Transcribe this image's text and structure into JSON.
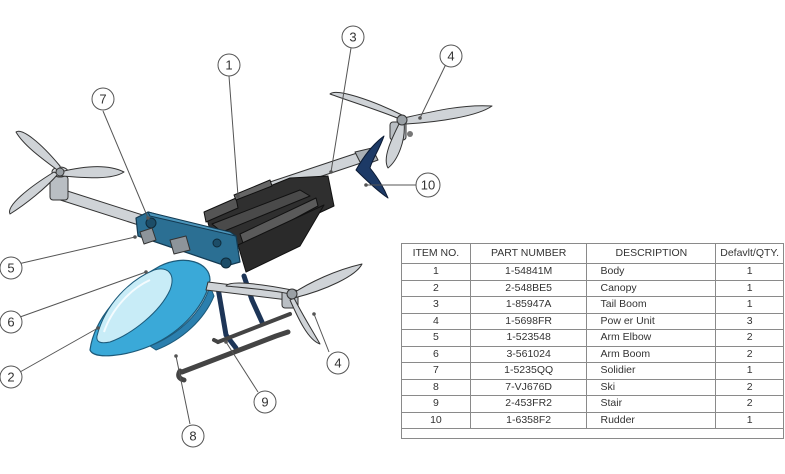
{
  "callouts": [
    "1",
    "2",
    "3",
    "4",
    "4",
    "5",
    "6",
    "7",
    "8",
    "9",
    "10"
  ],
  "table": {
    "headers": [
      "ITEM NO.",
      "PART NUMBER",
      "DESCRIPTION",
      "Defavlt/QTY."
    ],
    "rows": [
      [
        "1",
        "1-54841M",
        "Body",
        "1"
      ],
      [
        "2",
        "2-548BE5",
        "Canopy",
        "1"
      ],
      [
        "3",
        "1-85947A",
        "Tail Boom",
        "1"
      ],
      [
        "4",
        "1-5698FR",
        "Pow er Unit",
        "3"
      ],
      [
        "5",
        "1-523548",
        "Arm Elbow",
        "2"
      ],
      [
        "6",
        "3-561024",
        "Arm Boom",
        "2"
      ],
      [
        "7",
        "1-5235QQ",
        "Solidier",
        "1"
      ],
      [
        "8",
        "7-VJ676D",
        "Ski",
        "2"
      ],
      [
        "9",
        "2-453FR2",
        "Stair",
        "2"
      ],
      [
        "10",
        "1-6358F2",
        "Rudder",
        "1"
      ]
    ]
  },
  "colors": {
    "canopy_blue": "#3aa9d8",
    "arm_blue": "#2b6f93",
    "rudder_navy": "#1d3a66",
    "body_dark": "#333333",
    "blade_gray": "#c8ccd0",
    "leader_gray": "#555555"
  }
}
